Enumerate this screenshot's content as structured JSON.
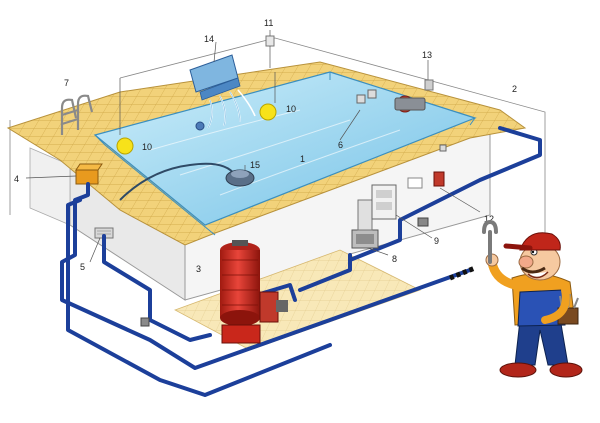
{
  "labels": {
    "l1": "1",
    "l2": "2",
    "l3": "3",
    "l4": "4",
    "l5": "5",
    "l6": "6",
    "l7": "7",
    "l8": "8",
    "l9": "9",
    "l10a": "10",
    "l10b": "10",
    "l11": "11",
    "l12": "12",
    "l13": "13",
    "l14": "14",
    "l15": "15"
  },
  "colors": {
    "water": "#9fd6ee",
    "water_deep": "#5fb4dd",
    "tile": "#f2d27a",
    "tile_line": "#d1a94a",
    "pipe": "#1c3f9a",
    "pool_wall": "#f4f4f4",
    "filter_tank": "#d62b1e",
    "lamp": "#f7e21a"
  }
}
